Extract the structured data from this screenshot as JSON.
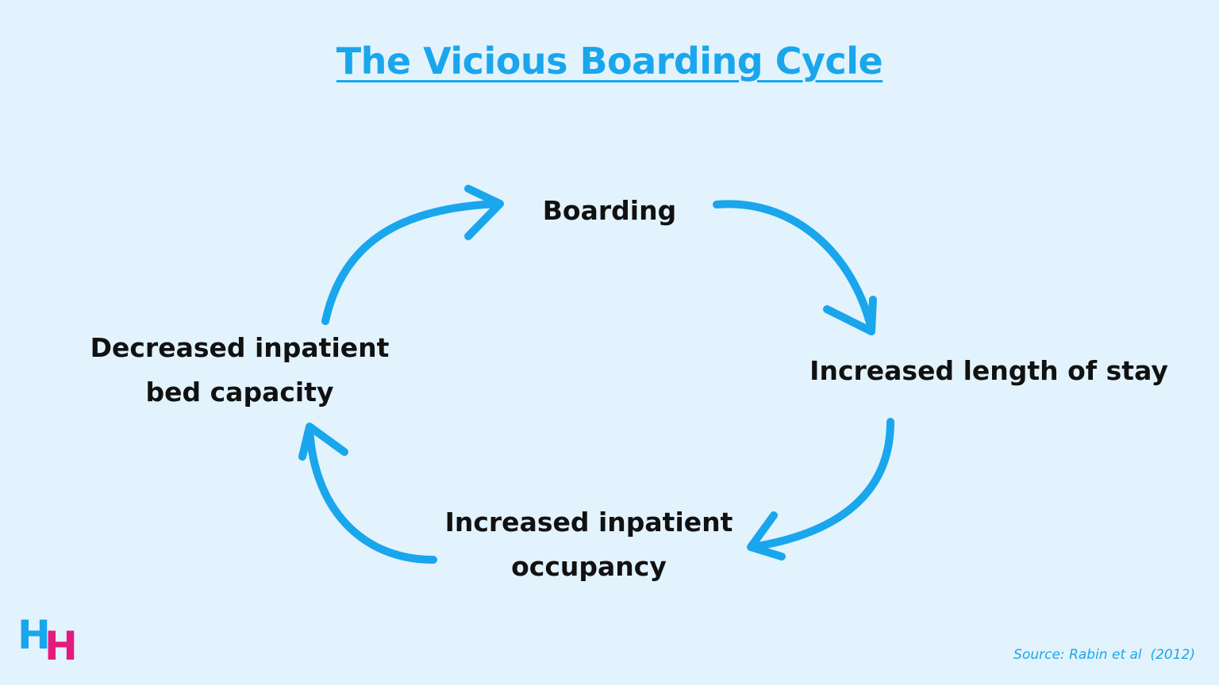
{
  "title": "The Vicious Boarding Cycle",
  "nodes": {
    "boarding": {
      "lines": [
        "Boarding"
      ]
    },
    "length_of_stay": {
      "lines": [
        "Increased length of stay"
      ]
    },
    "occupancy": {
      "lines": [
        "Increased inpatient",
        "occupancy"
      ]
    },
    "bed_capacity": {
      "lines": [
        "Decreased inpatient",
        "bed capacity"
      ]
    }
  },
  "arrows": [
    {
      "from": "bed_capacity",
      "to": "boarding",
      "icon": "curved-arrow-icon"
    },
    {
      "from": "boarding",
      "to": "length_of_stay",
      "icon": "curved-arrow-icon"
    },
    {
      "from": "length_of_stay",
      "to": "occupancy",
      "icon": "curved-arrow-icon"
    },
    {
      "from": "occupancy",
      "to": "bed_capacity",
      "icon": "curved-arrow-icon"
    }
  ],
  "logo": {
    "letters": [
      "H",
      "H"
    ],
    "colors": [
      "#19a6ec",
      "#e6197d"
    ]
  },
  "source": "Source: Rabin et al  (2012)",
  "colors": {
    "background": "#e3f3fd",
    "accent": "#19a6ec",
    "text": "#111111",
    "logo_pink": "#e6197d"
  }
}
